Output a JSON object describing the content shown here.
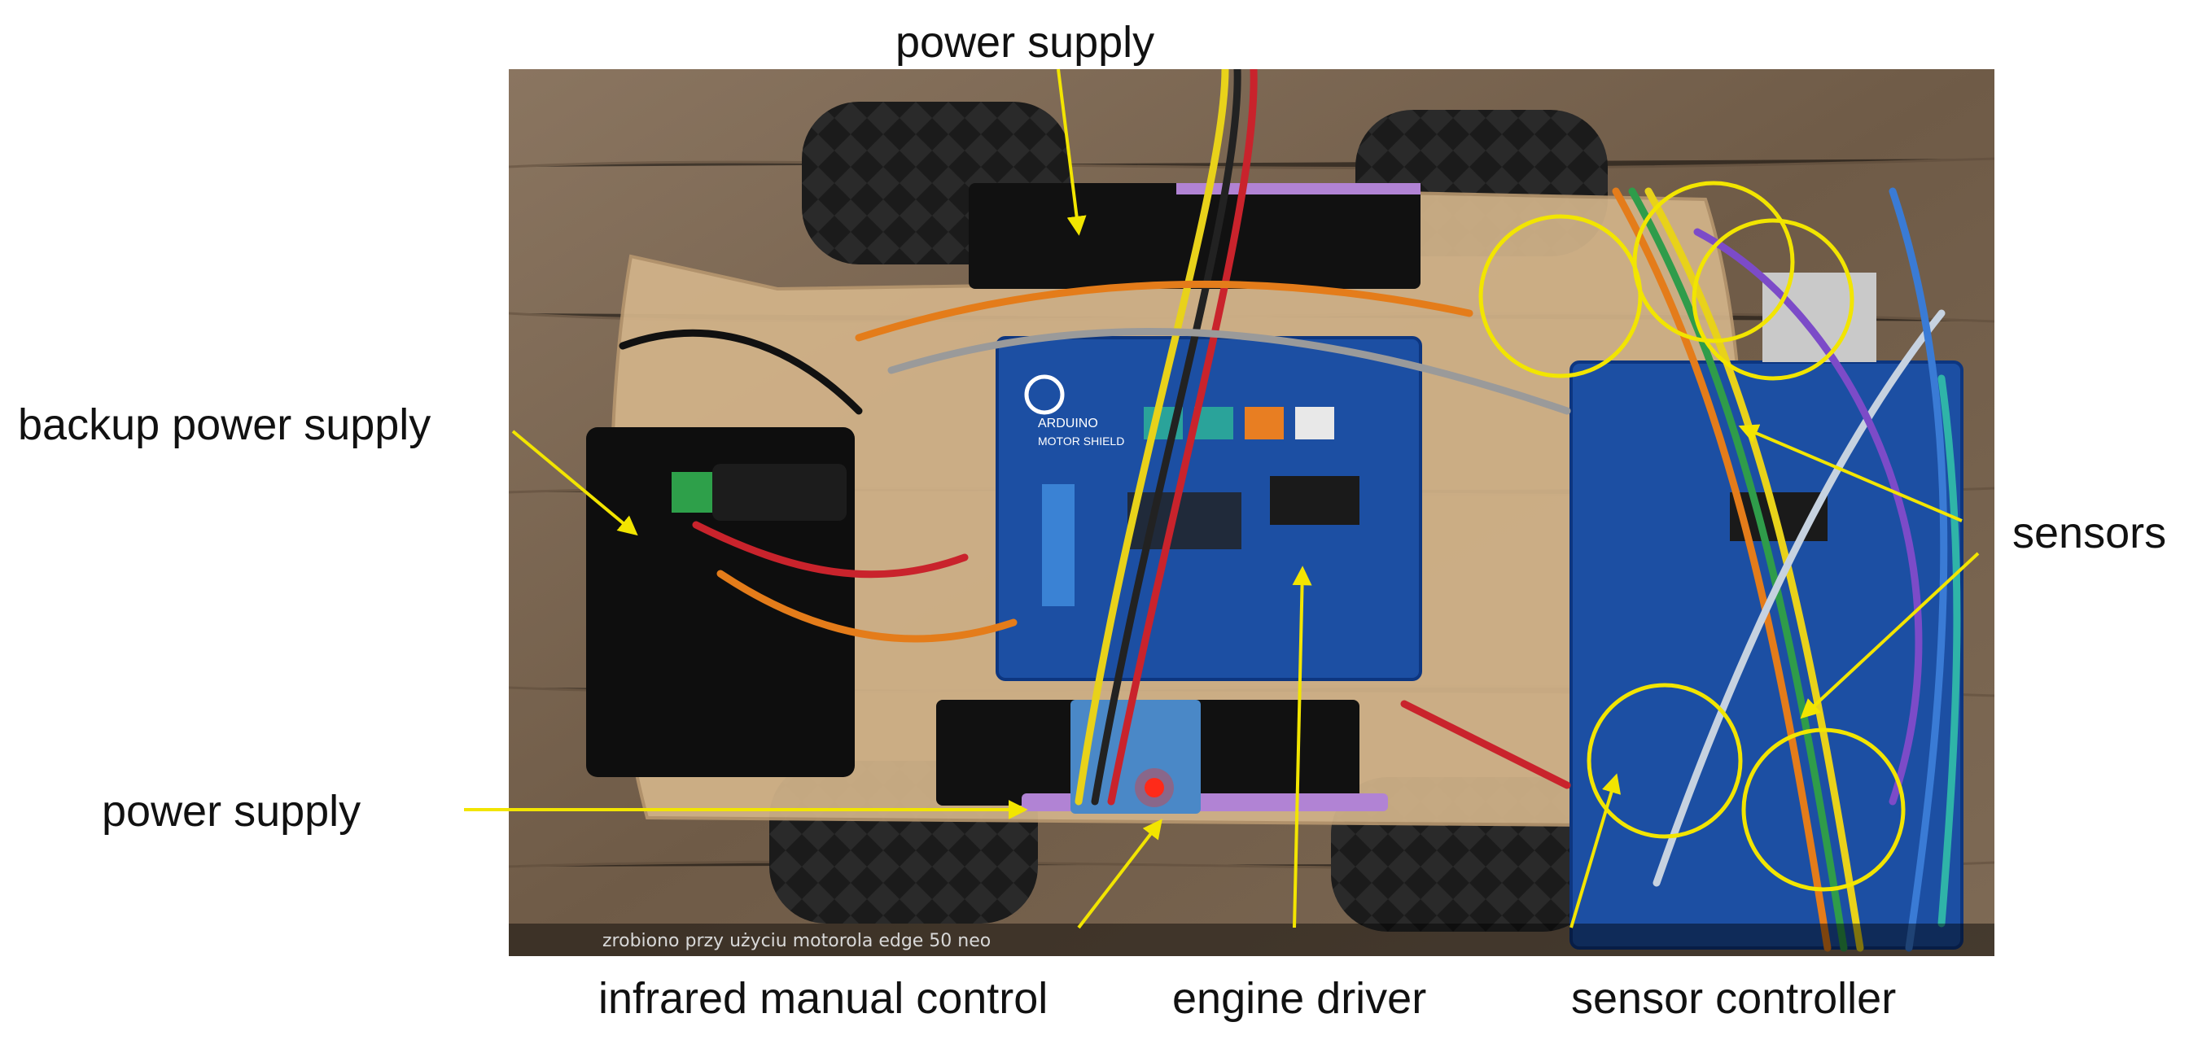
{
  "labels": {
    "power_supply_top": "power supply",
    "backup_power_supply": "backup power supply",
    "power_supply_bottom": "power supply",
    "sensors": "sensors",
    "infrared_manual_control": "infrared manual control",
    "engine_driver": "engine driver",
    "sensor_controller": "sensor controller"
  },
  "board_markings": {
    "brand": "ARDUINO",
    "board": "MOTOR SHIELD"
  },
  "photo_caption": "zrobiono przy użyciu motorola edge 50 neo",
  "colors": {
    "annotation": "#f2e500",
    "wood": "#7a6652",
    "acrylic": "#d3b48a",
    "board_blue": "#1c4fa3",
    "tire": "#1a1a1a",
    "led": "#ff2a1a"
  }
}
